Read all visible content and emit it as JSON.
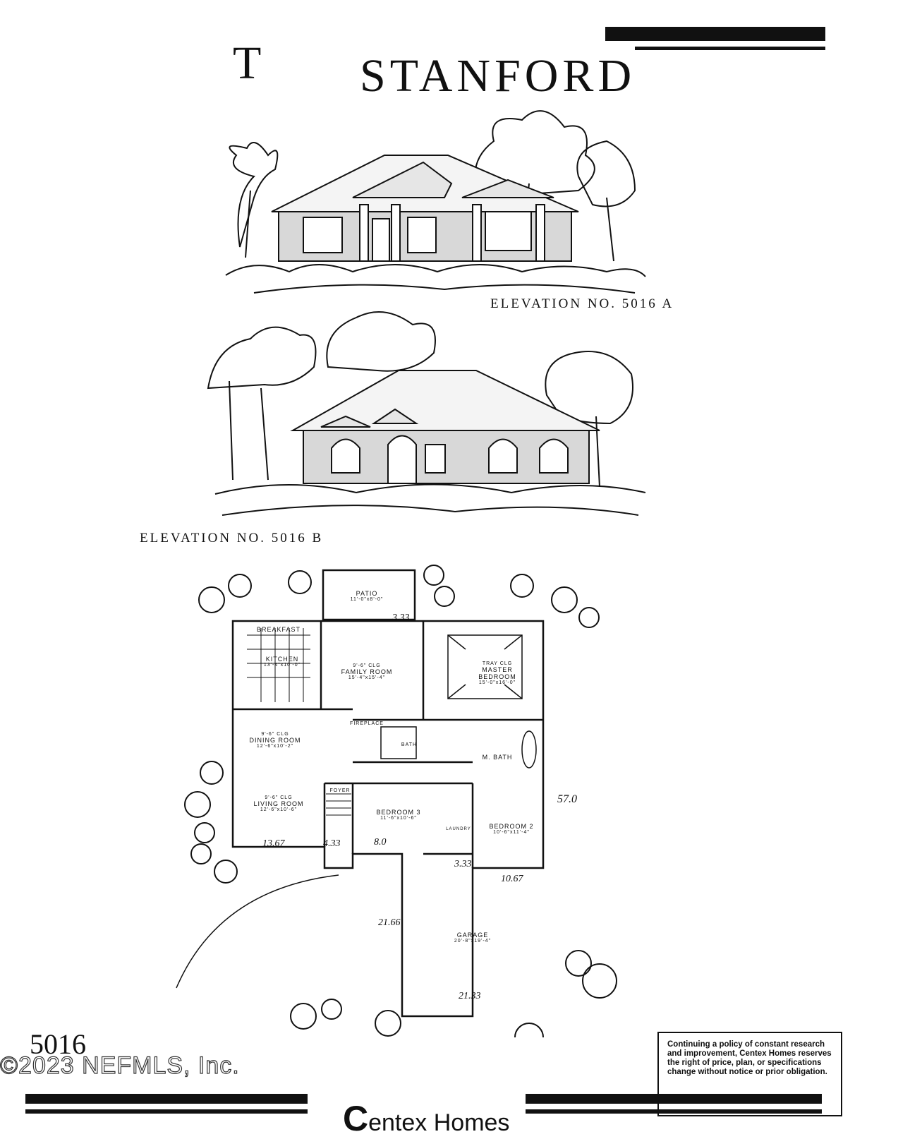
{
  "header": {
    "corner_letter": "T",
    "title": "STANFORD"
  },
  "elevations": [
    {
      "label": "ELEVATION NO. 5016 A"
    },
    {
      "label": "ELEVATION NO. 5016 B"
    }
  ],
  "floor_plan": {
    "rooms": {
      "patio": {
        "name": "PATIO",
        "size": "11'-0\"x8'-0\""
      },
      "breakfast": {
        "name": "BREAKFAST",
        "size": ""
      },
      "kitchen": {
        "name": "KITCHEN",
        "size": "13'-4\"x10'-0\""
      },
      "family_room": {
        "name": "FAMILY ROOM",
        "note": "9'-6\" CLG",
        "size": "15'-4\"x15'-4\""
      },
      "master_bedroom": {
        "name": "MASTER BEDROOM",
        "note": "TRAY CLG",
        "size": "15'-0\"x16'-0\""
      },
      "dining_room": {
        "name": "DINING ROOM",
        "note": "9'-6\" CLG",
        "size": "12'-6\"x10'-2\""
      },
      "living_room": {
        "name": "LIVING ROOM",
        "note": "9'-6\" CLG",
        "size": "12'-6\"x10'-6\""
      },
      "foyer": {
        "name": "FOYER"
      },
      "bath": {
        "name": "BATH"
      },
      "m_bath": {
        "name": "M. BATH"
      },
      "bedroom_3": {
        "name": "BEDROOM 3",
        "size": "11'-6\"x10'-6\""
      },
      "bedroom_2": {
        "name": "BEDROOM 2",
        "size": "10'-6\"x11'-4\""
      },
      "garage": {
        "name": "GARAGE",
        "size": "20'-8\"x19'-4\""
      },
      "fireplace": {
        "name": "FIREPLACE"
      },
      "laundry": {
        "name": "LAUNDRY"
      }
    },
    "handwritten_dims": {
      "d1": "3.33",
      "d2": "13.67",
      "d3": "4.33",
      "d4": "8.0",
      "d5": "3.33",
      "d6": "10.67",
      "d7": "57.0",
      "d8": "21.66",
      "d9": "21.33"
    }
  },
  "footer": {
    "plan_number": "5016",
    "copyright": "©2023 NEFMLS, Inc.",
    "disclaimer": "Continuing a policy of constant research and improvement, Centex Homes reserves the right of price, plan, or specifications change without notice or prior obligation.",
    "brand_initial": "C",
    "brand_rest": "entex Homes"
  }
}
